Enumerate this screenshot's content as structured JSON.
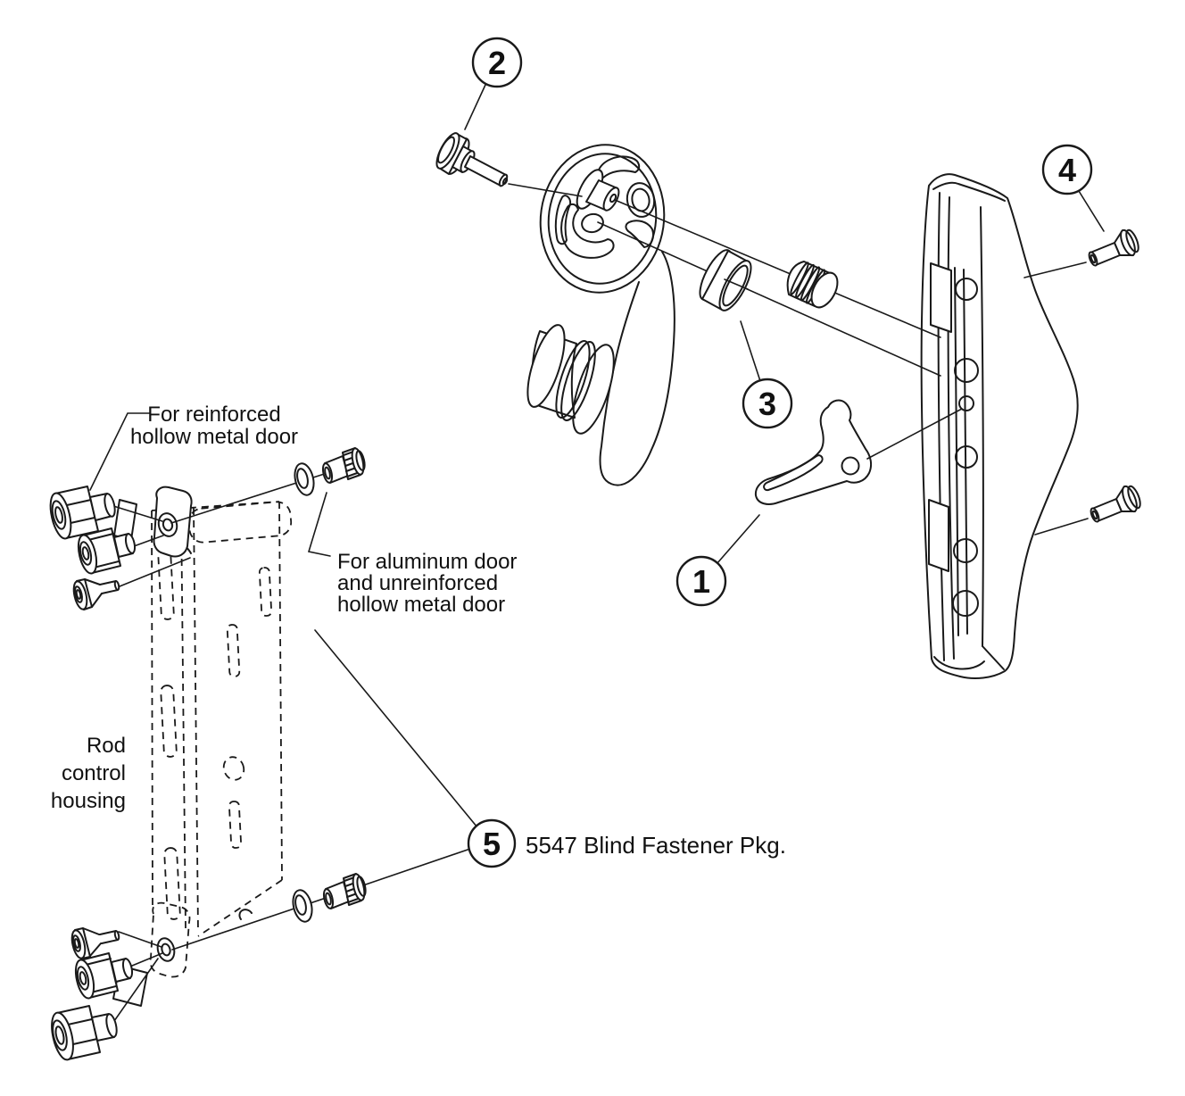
{
  "diagram": {
    "background_color": "#ffffff",
    "line_color": "#1a1a1a",
    "callouts": [
      {
        "number": "1"
      },
      {
        "number": "2"
      },
      {
        "number": "3"
      },
      {
        "number": "4"
      },
      {
        "number": "5"
      }
    ],
    "labels": {
      "reinforced_door": {
        "line1": "For reinforced",
        "line2": "hollow metal door"
      },
      "aluminum_door": {
        "line1": "For aluminum door",
        "line2": "and unreinforced",
        "line3": "hollow metal door"
      },
      "rod_control_housing": {
        "line1": "Rod",
        "line2": "control",
        "line3": "housing"
      },
      "fastener_package": "5547 Blind Fastener Pkg."
    }
  }
}
